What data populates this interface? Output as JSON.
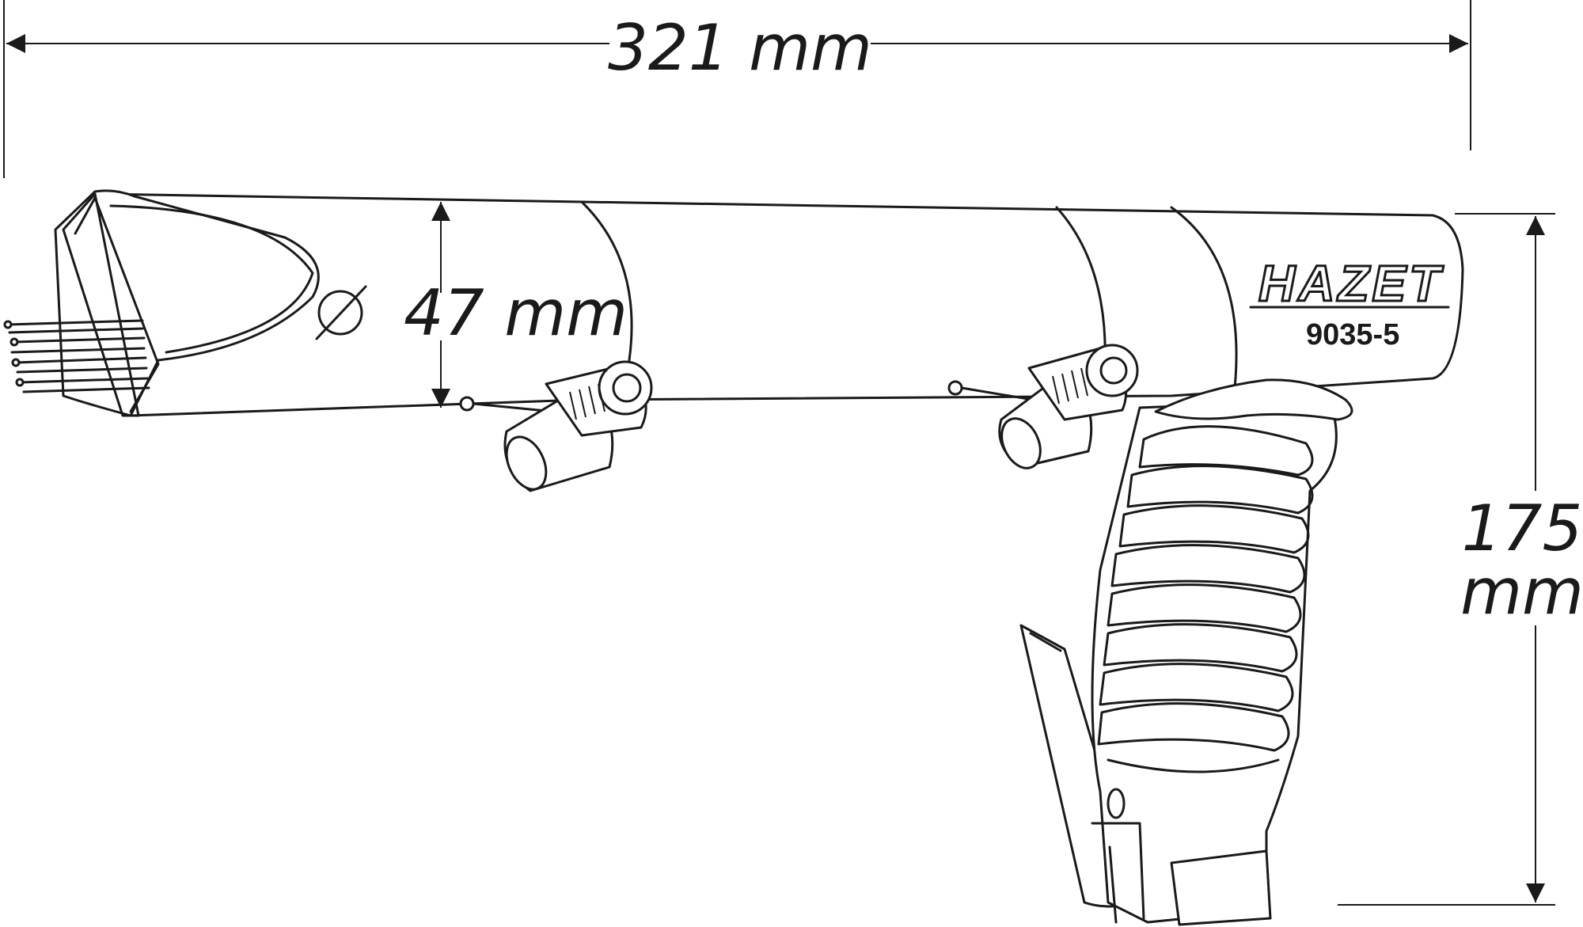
{
  "dimensions": {
    "length": "321 mm",
    "diameter": "47 mm",
    "height_value": "175",
    "height_unit": "mm"
  },
  "product": {
    "brand": "HAZET",
    "model": "9035-5"
  },
  "icons": {
    "diameter_symbol": "diameter-icon"
  },
  "colors": {
    "line": "#1a1a1a",
    "background": "#ffffff"
  }
}
